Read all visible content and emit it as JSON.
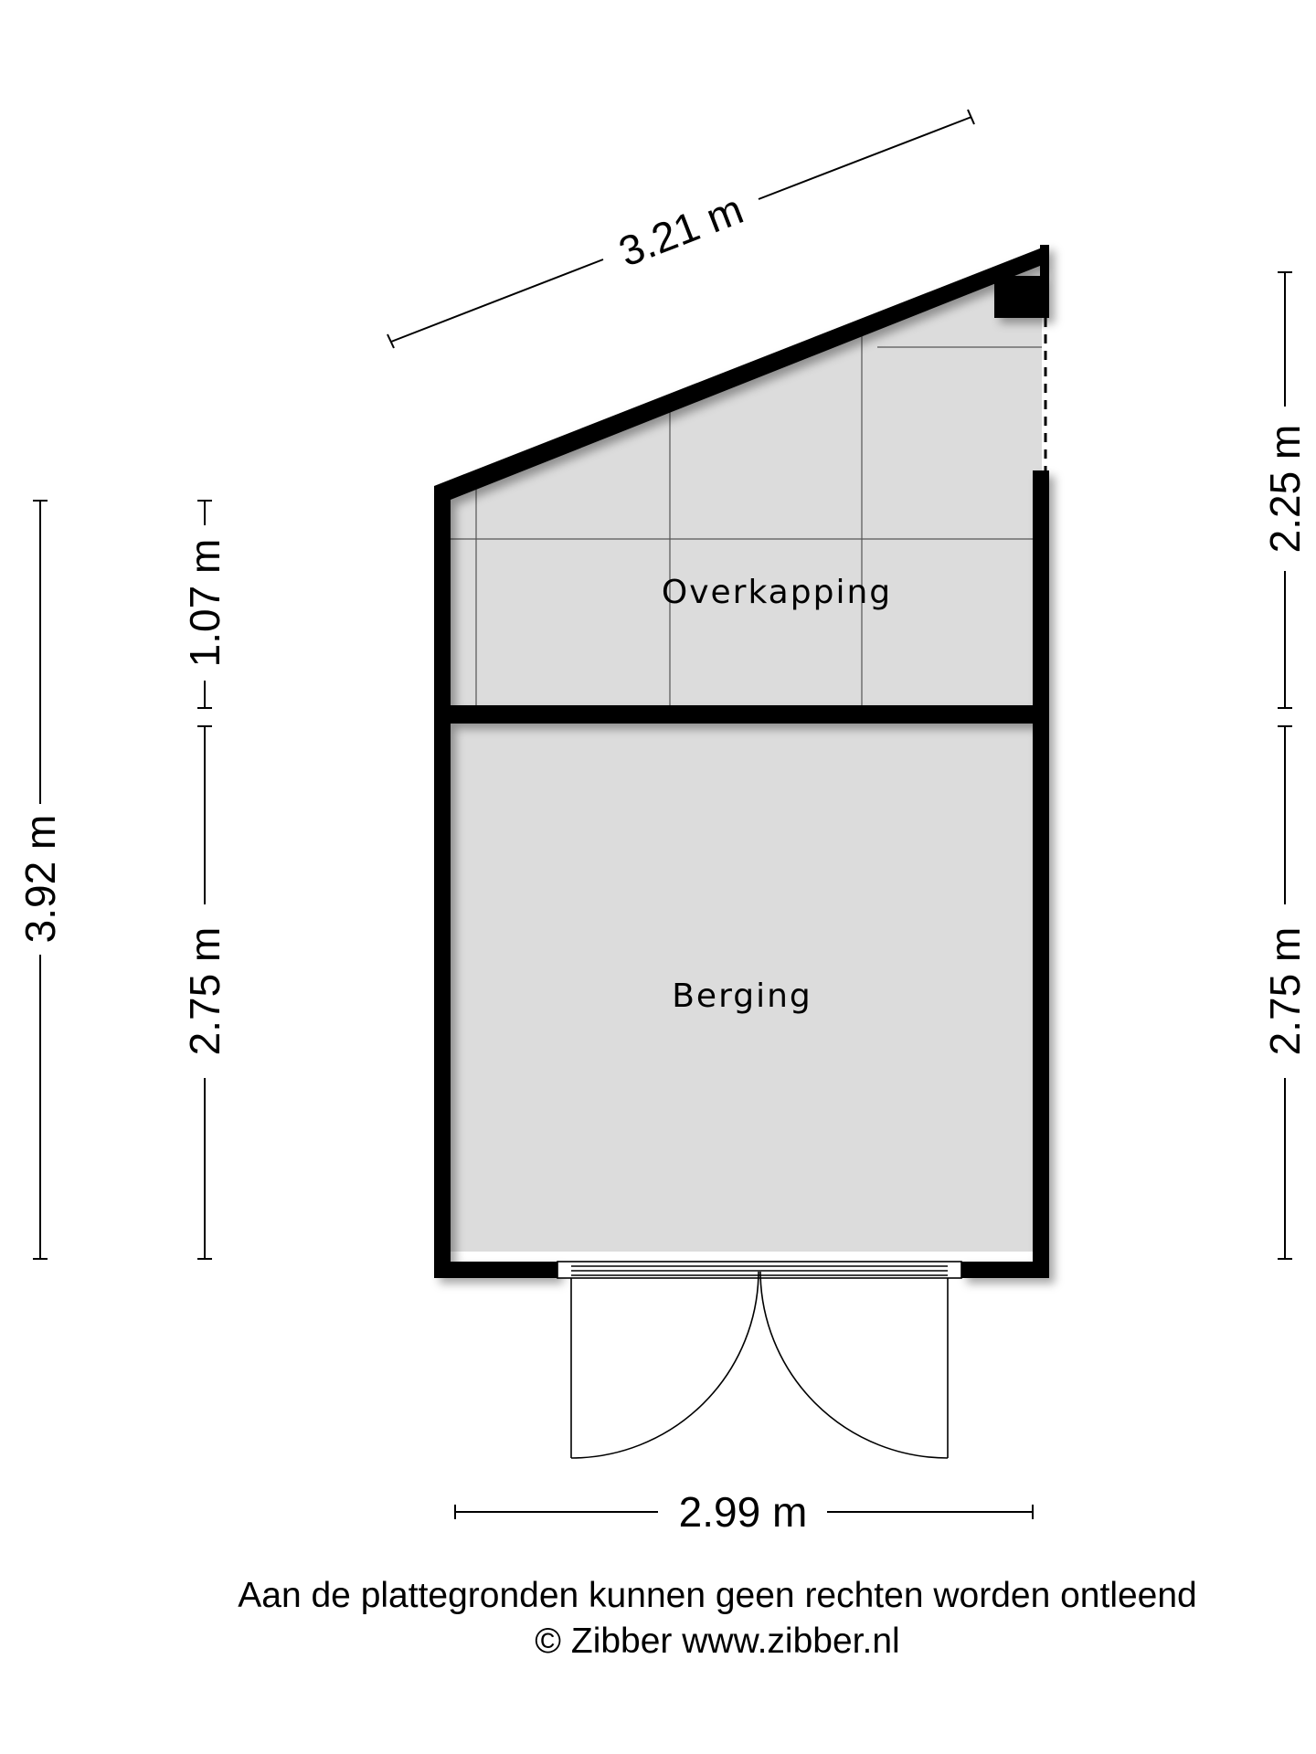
{
  "rooms": {
    "overkapping": "Overkapping",
    "berging": "Berging"
  },
  "dimensions": {
    "top_diagonal": "3.21 m",
    "bottom_width": "2.99 m",
    "left_total": "3.92 m",
    "left_upper": "1.07 m",
    "left_lower": "2.75 m",
    "right_upper": "2.25 m",
    "right_lower": "2.75 m"
  },
  "footer": {
    "disclaimer": "Aan de plattegronden kunnen geen rechten worden ontleend",
    "copyright": "© Zibber www.zibber.nl"
  },
  "colors": {
    "floor": "#dcdcdc",
    "wall": "#000000"
  }
}
